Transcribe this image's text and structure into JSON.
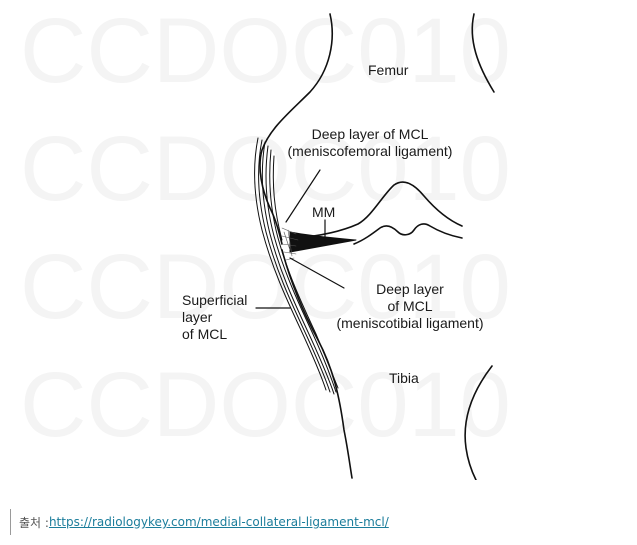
{
  "watermark": {
    "text": "CCDOC010",
    "color": "#f3f3f3"
  },
  "labels": {
    "femur": "Femur",
    "deep_mcl_meniscofemoral_line1": "Deep layer of MCL",
    "deep_mcl_meniscofemoral_line2": "(meniscofemoral ligament)",
    "mm": "MM",
    "deep_mcl_meniscotibial_line1": "Deep layer",
    "deep_mcl_meniscotibial_line2": "of MCL",
    "deep_mcl_meniscotibial_line3": "(meniscotibial ligament)",
    "superficial_line1": "Superficial",
    "superficial_line2": "layer",
    "superficial_line3": "of MCL",
    "tibia": "Tibia"
  },
  "source": {
    "prefix": "출처 : ",
    "url": "https://radiologykey.com/medial-collateral-ligament-mcl/",
    "link_color": "#1b7d9b"
  }
}
